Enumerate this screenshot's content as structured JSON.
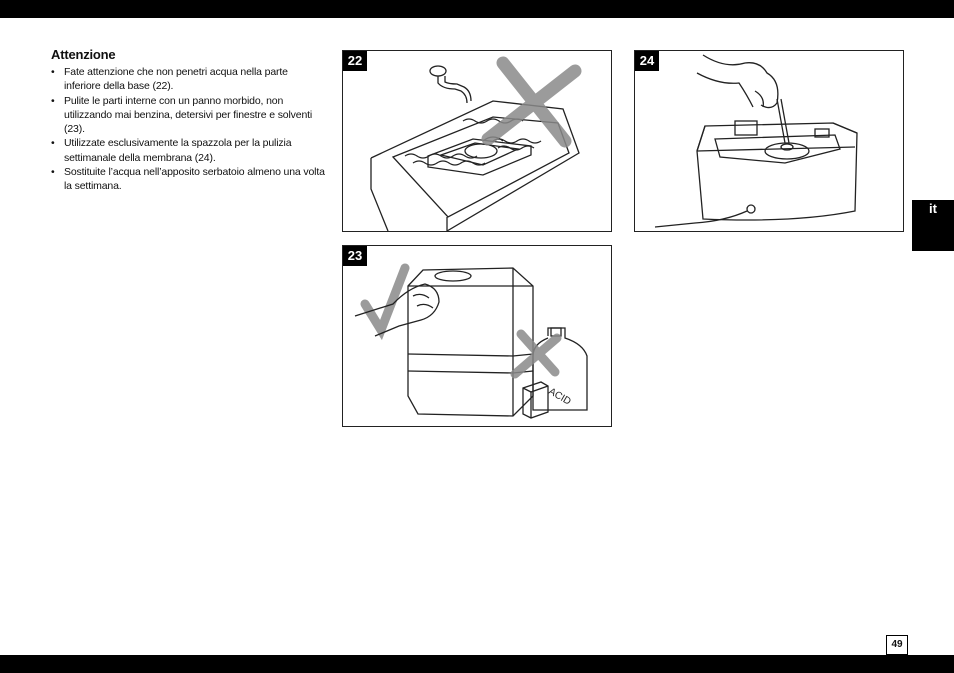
{
  "section": {
    "heading": "Attenzione",
    "bullets": [
      "Fate attenzione che non penetri acqua nella parte inferiore della base (22).",
      "Pulite le parti interne con un panno morbido, non utilizzando mai benzina, detersivi per finestre e solventi (23).",
      "Utilizzate esclusivamente la spazzola per la pulizia settimanale della membrana (24).",
      "Sostituite l’acqua nell’apposito serbatoio almeno una volta la settimana."
    ]
  },
  "figures": {
    "fig22": {
      "number": "22"
    },
    "fig23": {
      "number": "23",
      "bottle_label": "ACID"
    },
    "fig24": {
      "number": "24"
    }
  },
  "language_tab": "it",
  "page_number": "49"
}
